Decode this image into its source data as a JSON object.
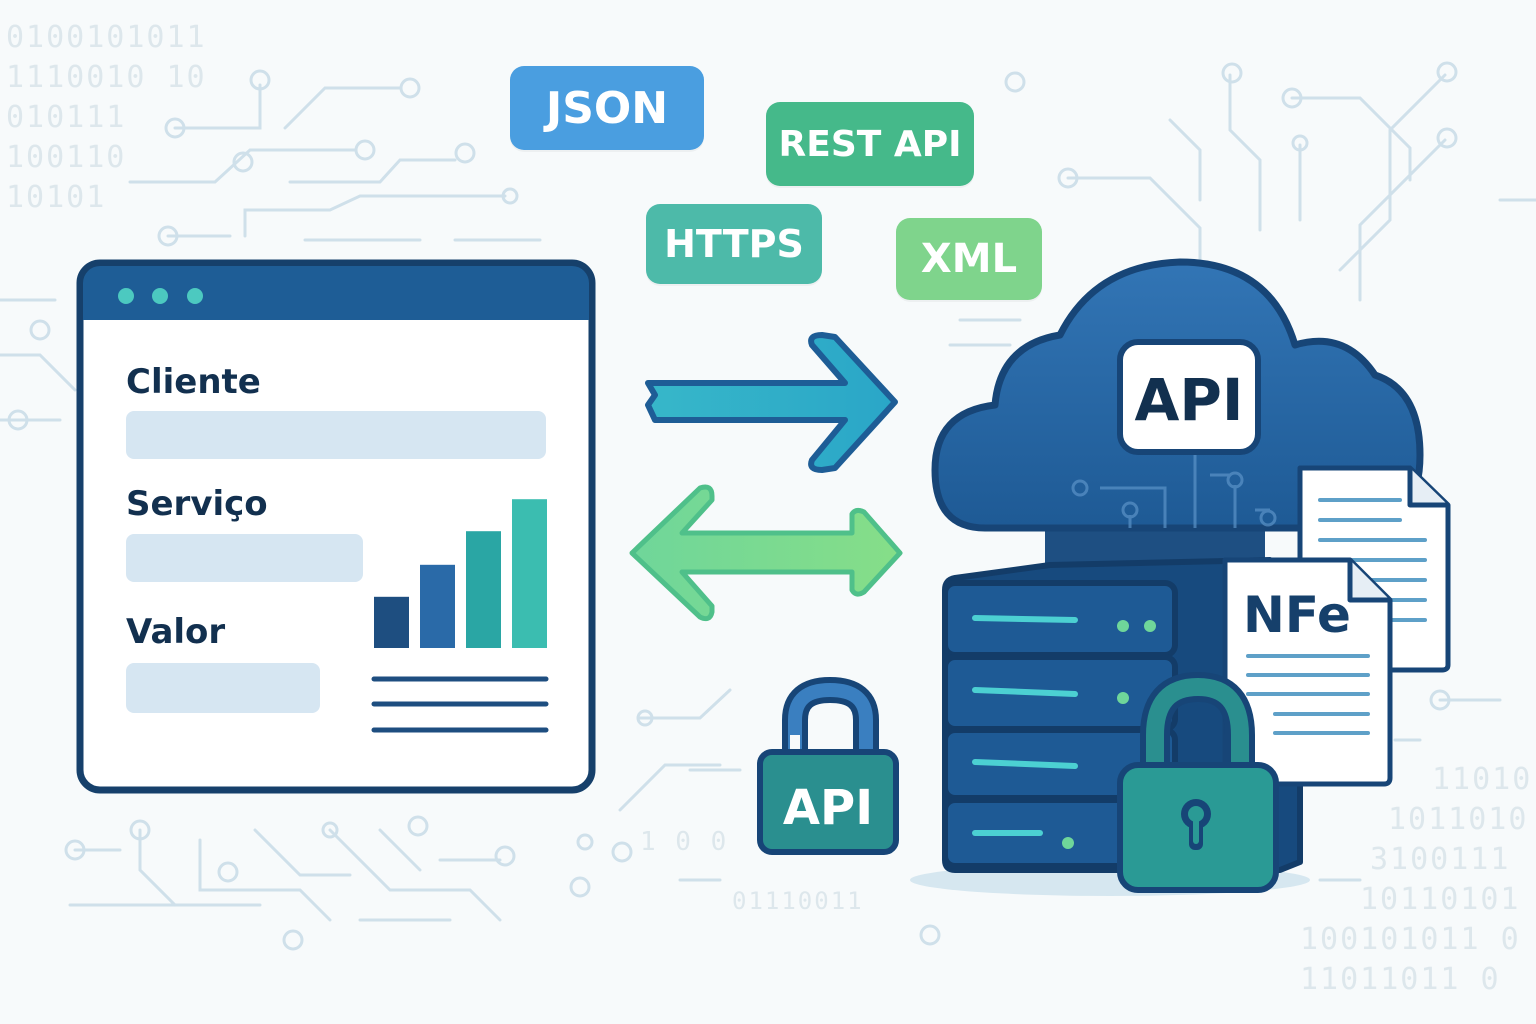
{
  "background": {
    "binary_left": [
      "0100101011",
      "1110010 10",
      "010111",
      "100110",
      "10101"
    ],
    "binary_right": [
      "11010",
      "1011010",
      "3100111",
      "10110101",
      "100101011 0",
      "11011011 0"
    ],
    "binary_bottom": "01110011",
    "binary_mid": "1 0 0",
    "colors": {
      "circuit": "#cfe0ea",
      "bg": "#f7fafb"
    }
  },
  "format_tags": [
    {
      "label": "JSON",
      "color": "#4a9ee0"
    },
    {
      "label": "REST API",
      "color": "#45b98a"
    },
    {
      "label": "HTTPS",
      "color": "#4dbaa9"
    },
    {
      "label": "XML",
      "color": "#7fd48c"
    }
  ],
  "form_window": {
    "fields": [
      {
        "label": "Cliente"
      },
      {
        "label": "Serviço"
      },
      {
        "label": "Valor"
      }
    ],
    "chart_bars": [
      0.32,
      0.52,
      0.73,
      0.93
    ],
    "colors": {
      "frame": "#1b4f82",
      "titlebar": "#1e5d96",
      "dots": "#4cc9c0"
    }
  },
  "cloud": {
    "badge": "API",
    "color": "#2a6aa8"
  },
  "padlock_open": {
    "label": "API",
    "color": "#2a8f8f"
  },
  "document": {
    "label": "NFe"
  },
  "arrows": {
    "request_color": "#33b6c8",
    "exchange_color": "#7fdc8a"
  }
}
